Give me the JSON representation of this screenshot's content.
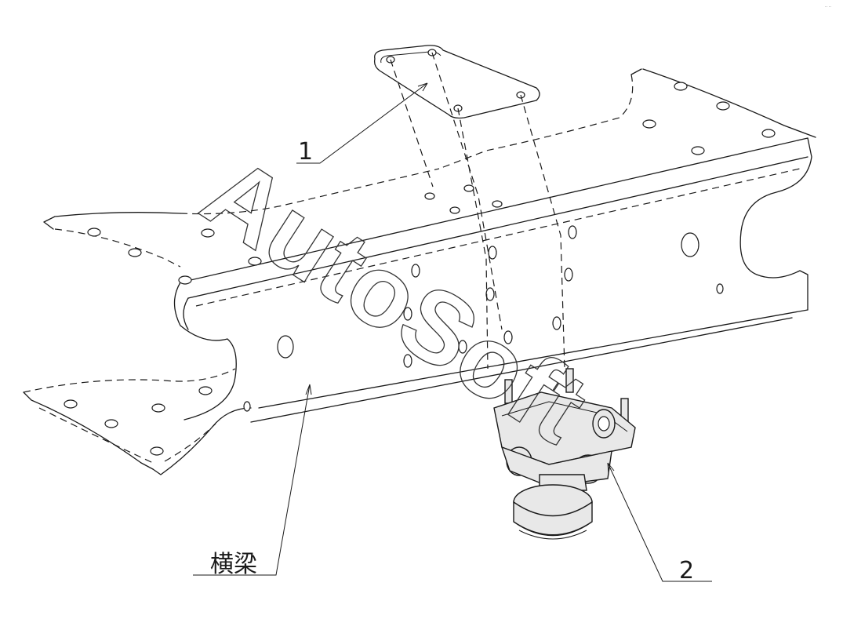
{
  "callouts": {
    "part_1": "1",
    "part_2": "2",
    "beam": "横梁"
  },
  "watermark": {
    "text": "AutoSoft"
  },
  "colors": {
    "line": "#1a1a1a",
    "background": "#ffffff"
  }
}
